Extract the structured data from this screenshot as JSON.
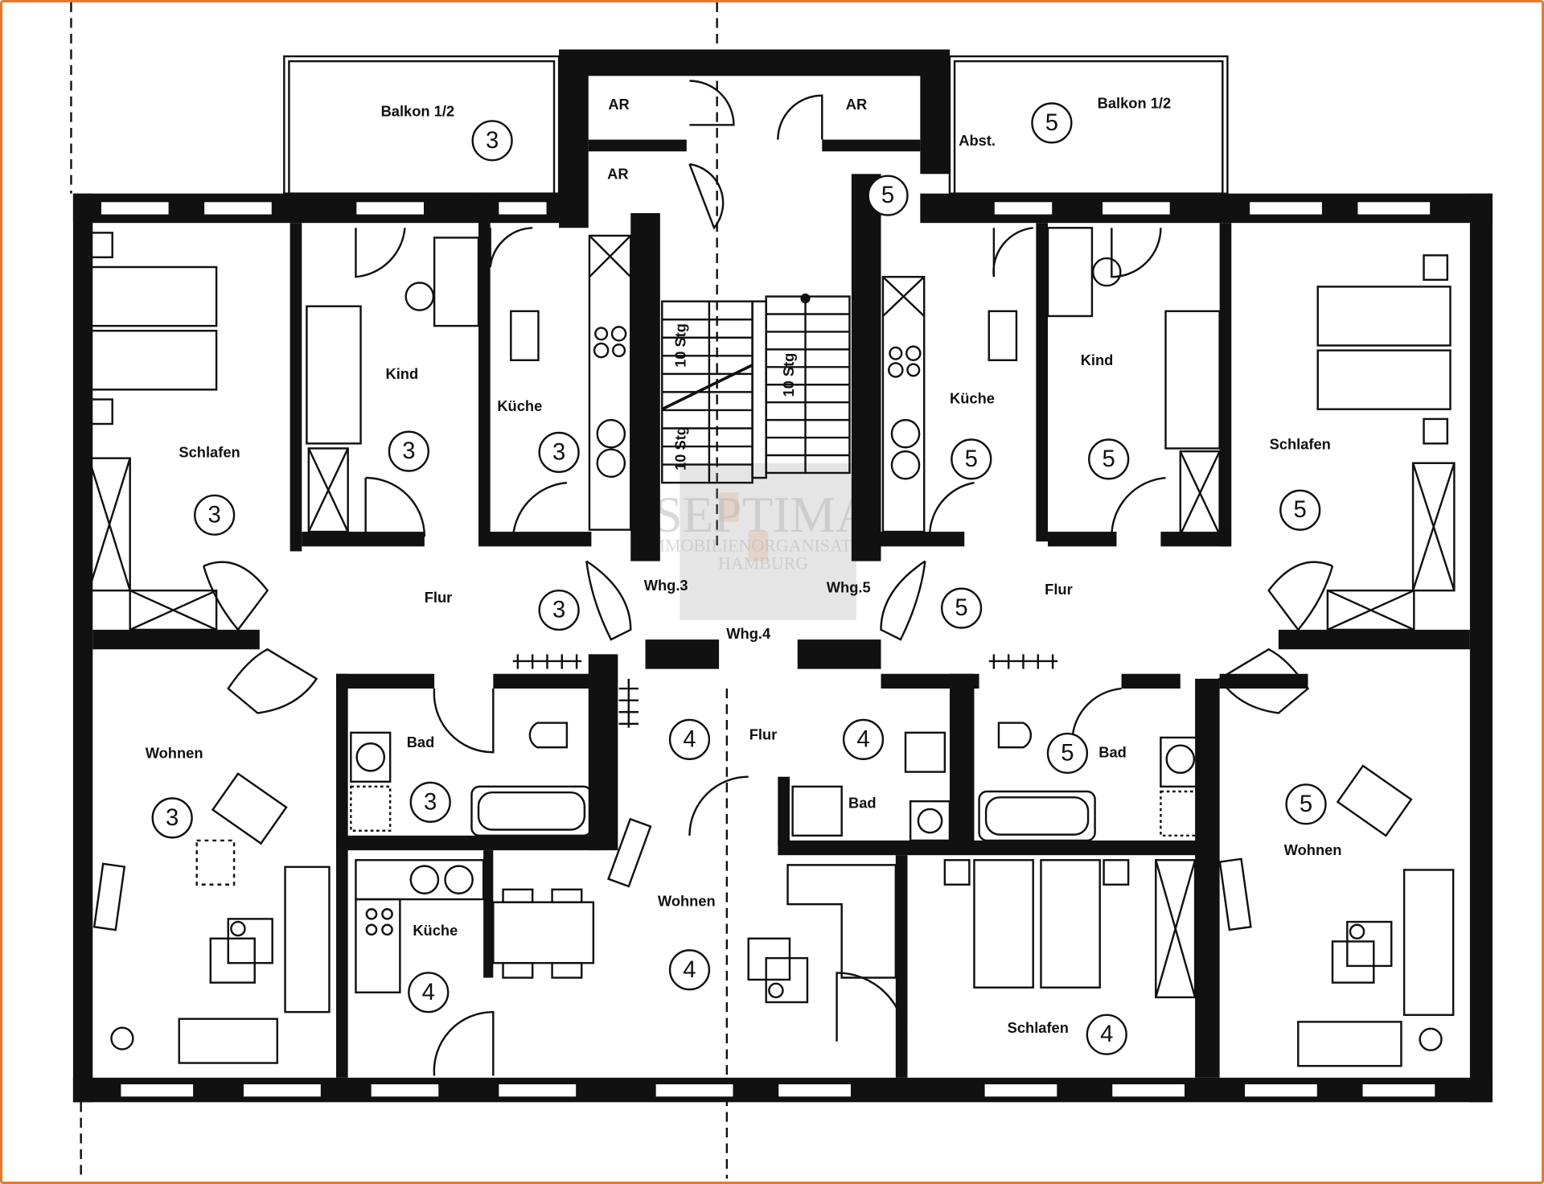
{
  "colors": {
    "wall": "#111111",
    "frame": "#e8782a",
    "watermark": "#bbbbbb"
  },
  "rooms": [
    "Balkon 1/2",
    "Balkon 1/2",
    "AR",
    "AR",
    "AR",
    "Abst.",
    "Kind",
    "Kind",
    "Küche",
    "Küche",
    "Küche",
    "Schlafen",
    "Schlafen",
    "Schlafen",
    "Flur",
    "Flur",
    "Flur",
    "Wohnen",
    "Wohnen",
    "Wohnen",
    "Bad",
    "Bad",
    "Bad",
    "Whg.3",
    "Whg.5",
    "Whg.4",
    "10 Stg",
    "10 Stg",
    "10 Stg"
  ],
  "unit_markers": [
    "3",
    "3",
    "3",
    "3",
    "3",
    "3",
    "3",
    "5",
    "5",
    "5",
    "5",
    "5",
    "5",
    "5",
    "5",
    "4",
    "4",
    "4",
    "4",
    "4"
  ],
  "watermark": {
    "logo": "SEPTIMA",
    "line1": "IMMOBILIENORGANISATION",
    "line2": "HAMBURG"
  }
}
